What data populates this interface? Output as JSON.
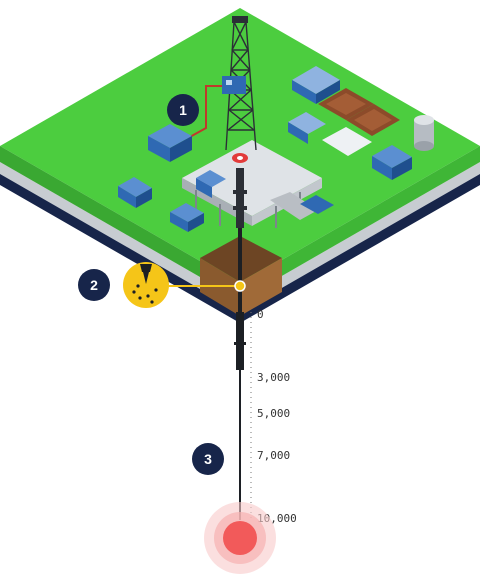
{
  "callouts": [
    {
      "number": "1",
      "subject": "drilling rig"
    },
    {
      "number": "2",
      "subject": "drill bit at surface"
    },
    {
      "number": "3",
      "subject": "wellbore depth"
    }
  ],
  "depth_scale": {
    "labels": [
      "0",
      "3,000",
      "5,000",
      "7,000",
      "10,000"
    ],
    "values": [
      0,
      3000,
      5000,
      7000,
      10000
    ],
    "max": 10000
  },
  "colors": {
    "grass": "#4ccd3f",
    "grass_edge": "#3aa832",
    "navy": "#17254a",
    "soil": "#8a5a2e",
    "soil_dark": "#5e3b1c",
    "platform": "#d9dde1",
    "equipment_blue": "#2f69b3",
    "drill_yellow": "#f5c518",
    "target_red": "#f25a5a",
    "target_halo": "#f8c9c9"
  }
}
